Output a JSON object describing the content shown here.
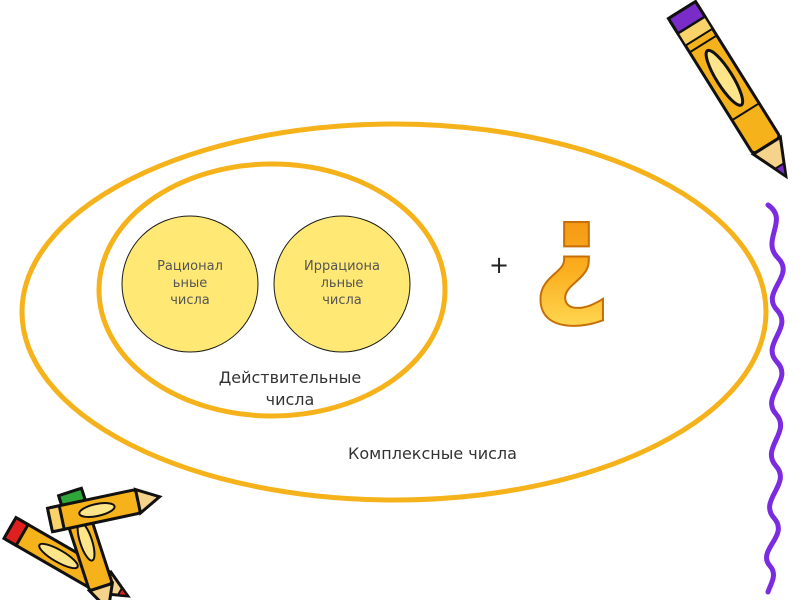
{
  "diagram": {
    "rational": [
      "Рационал",
      "ьные",
      "числа"
    ],
    "irrational": [
      "Иррациона",
      "льные",
      "числа"
    ],
    "real": [
      "Действительные",
      "числа"
    ],
    "complex": "Комплексные числа",
    "plus": "+",
    "question": "?"
  },
  "colors": {
    "ellipse_stroke": "#F5B21B",
    "circle_fill": "#FFE873",
    "circle_stroke": "#1a1a1a",
    "squiggle": "#7B2BE0",
    "pencil_body": "#F6B21A",
    "pencil_purple": "#7A2CC8",
    "pencil_red": "#E02020",
    "pencil_green": "#2FA63A"
  }
}
